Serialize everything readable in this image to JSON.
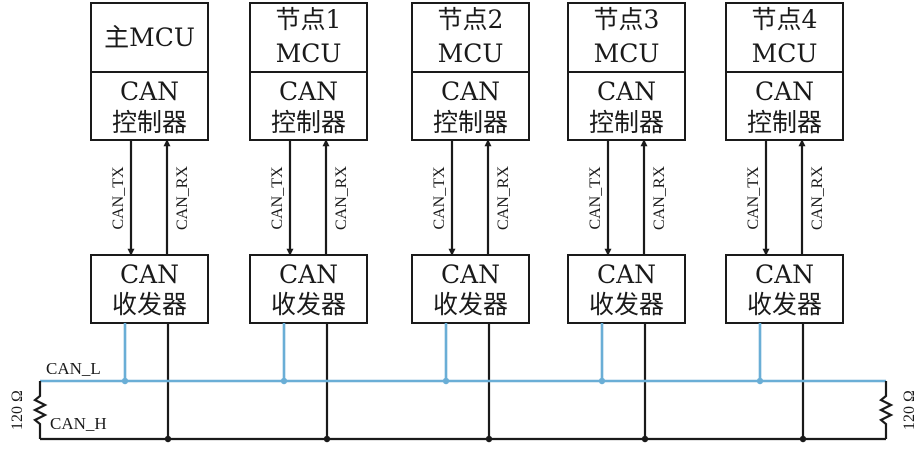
{
  "nodes": [
    {
      "mcu_line1": "主MCU",
      "mcu_line2": "",
      "ctrl_line1": "CAN",
      "ctrl_line2": "控制器",
      "tx": "CAN_TX",
      "rx": "CAN_RX",
      "xcvr_line1": "CAN",
      "xcvr_line2": "收发器"
    },
    {
      "mcu_line1": "节点1",
      "mcu_line2": "MCU",
      "ctrl_line1": "CAN",
      "ctrl_line2": "控制器",
      "tx": "CAN_TX",
      "rx": "CAN_RX",
      "xcvr_line1": "CAN",
      "xcvr_line2": "收发器"
    },
    {
      "mcu_line1": "节点2",
      "mcu_line2": "MCU",
      "ctrl_line1": "CAN",
      "ctrl_line2": "控制器",
      "tx": "CAN_TX",
      "rx": "CAN_RX",
      "xcvr_line1": "CAN",
      "xcvr_line2": "收发器"
    },
    {
      "mcu_line1": "节点3",
      "mcu_line2": "MCU",
      "ctrl_line1": "CAN",
      "ctrl_line2": "控制器",
      "tx": "CAN_TX",
      "rx": "CAN_RX",
      "xcvr_line1": "CAN",
      "xcvr_line2": "收发器"
    },
    {
      "mcu_line1": "节点4",
      "mcu_line2": "MCU",
      "ctrl_line1": "CAN",
      "ctrl_line2": "控制器",
      "tx": "CAN_TX",
      "rx": "CAN_RX",
      "xcvr_line1": "CAN",
      "xcvr_line2": "收发器"
    }
  ],
  "bus": {
    "can_l_label": "CAN_L",
    "can_h_label": "CAN_H",
    "terminator_left": "120 Ω",
    "terminator_right": "120 Ω"
  },
  "colors": {
    "can_l": "#6aaed6",
    "can_h": "#1a1a1a"
  }
}
